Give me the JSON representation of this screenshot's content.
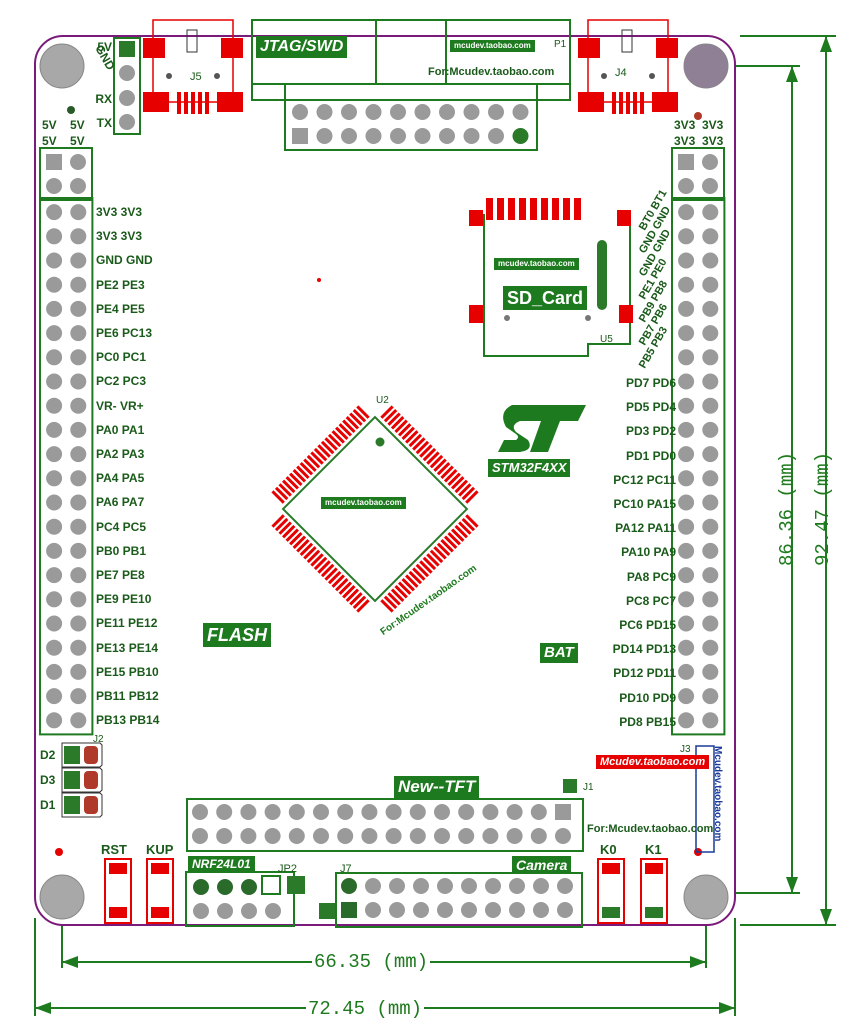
{
  "board": {
    "url_label_top": "mcudev.taobao.com",
    "url_label_chip": "mcudev.taobao.com",
    "url_label_sd": "mcudev.taobao.com",
    "for_url_top": "For:Mcudev.taobao.com",
    "for_url_chip": "For:Mcudev.taobao.com",
    "for_url_bottom": "For:Mcudev.taobao.com",
    "red_url": "Mcudev.taobao.com",
    "vertical_url": "Mcudev.taobao.com",
    "mcu_logo_text": "STM32F4XX",
    "chip_ref": "U2",
    "sd_ref": "U5",
    "sd_label": "SD_Card",
    "flash_label": "FLASH",
    "bat_label": "BAT",
    "tft_label": "New--TFT",
    "jtag_label": "JTAG/SWD",
    "p1_ref": "P1",
    "j5_ref": "J5",
    "j4_ref": "J4",
    "j1_ref": "J1",
    "j2_ref": "J2",
    "j3_ref": "J3",
    "j7_ref": "J7",
    "jp2_ref": "JP2",
    "nrf_label": "NRF24L01",
    "camera_label": "Camera"
  },
  "uart_header": {
    "labels": [
      "5V",
      "GND",
      "RX",
      "TX"
    ]
  },
  "left_header_top": {
    "row1": [
      "5V",
      "5V"
    ],
    "row2": [
      "5V",
      "5V"
    ]
  },
  "right_header_top": {
    "row1": [
      "3V3",
      "3V3"
    ],
    "row2": [
      "3V3",
      "3V3"
    ]
  },
  "left_header_labels": [
    "3V3 3V3",
    "3V3 3V3",
    "GND GND",
    "PE2 PE3",
    "PE4 PE5",
    "PE6 PC13",
    "PC0 PC1",
    "PC2 PC3",
    "VR- VR+",
    "PA0 PA1",
    "PA2 PA3",
    "PA4 PA5",
    "PA6 PA7",
    "PC4 PC5",
    "PB0 PB1",
    "PE7 PE8",
    "PE9 PE10",
    "PE11 PE12",
    "PE13 PE14",
    "PE15 PB10",
    "PB11 PB12",
    "PB13 PB14"
  ],
  "right_header_rotated_labels": [
    "BT0 BT1",
    "GND GND",
    "GND GND",
    "PE1 PE0",
    "PB9 PB8",
    "PB7 PB6",
    "PB5 PB3"
  ],
  "right_header_labels": [
    "PD7 PD6",
    "PD5 PD4",
    "PD3 PD2",
    "PD1 PD0",
    "PC12 PC11",
    "PC10 PA15",
    "PA12 PA11",
    "PA10 PA9",
    "PA8 PC9",
    "PC8 PC7",
    "PC6 PD15",
    "PD14 PD13",
    "PD12 PD11",
    "PD10 PD9",
    "PD8 PB15"
  ],
  "leds": [
    "D2",
    "D3",
    "D1"
  ],
  "buttons": {
    "rst": "RST",
    "kup": "KUP",
    "k0": "K0",
    "k1": "K1"
  },
  "dimensions": {
    "inner_width": "66.35 (mm)",
    "outer_width": "72.45 (mm)",
    "inner_height": "86.36 (mm)",
    "outer_height": "92.47 (mm)"
  },
  "colors": {
    "board_outline": "#7a1a7a",
    "silk_green": "#1e7a1e",
    "pad_red": "#e60000",
    "pin_gray": "#9a9a9a",
    "dimension_green": "#1e7a1e"
  }
}
